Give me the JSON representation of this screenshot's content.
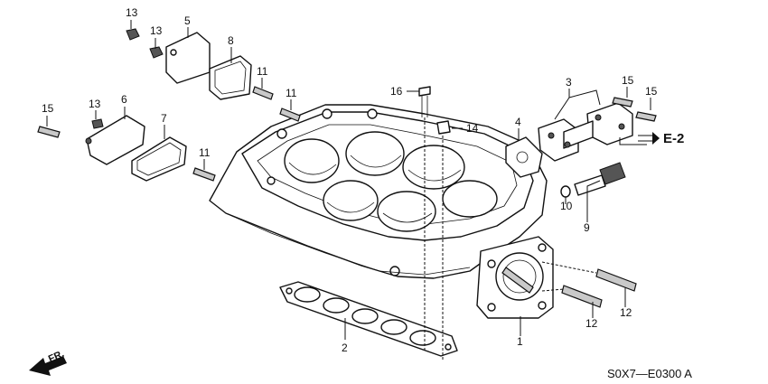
{
  "callouts": [
    {
      "id": "c13a",
      "text": "13"
    },
    {
      "id": "c5",
      "text": "5"
    },
    {
      "id": "c13b",
      "text": "13"
    },
    {
      "id": "c8",
      "text": "8"
    },
    {
      "id": "c11a",
      "text": "11"
    },
    {
      "id": "c11b",
      "text": "11"
    },
    {
      "id": "c16",
      "text": "16"
    },
    {
      "id": "c14",
      "text": "14"
    },
    {
      "id": "c3",
      "text": "3"
    },
    {
      "id": "c15a",
      "text": "15"
    },
    {
      "id": "c15b",
      "text": "15"
    },
    {
      "id": "c4",
      "text": "4"
    },
    {
      "id": "c15c",
      "text": "15"
    },
    {
      "id": "c13c",
      "text": "13"
    },
    {
      "id": "c6",
      "text": "6"
    },
    {
      "id": "c7",
      "text": "7"
    },
    {
      "id": "c11c",
      "text": "11"
    },
    {
      "id": "c10",
      "text": "10"
    },
    {
      "id": "c9",
      "text": "9"
    },
    {
      "id": "c2",
      "text": "2"
    },
    {
      "id": "c1",
      "text": "1"
    },
    {
      "id": "c12a",
      "text": "12"
    },
    {
      "id": "c12b",
      "text": "12"
    }
  ],
  "reference": "E-2",
  "direction": "FR.",
  "diagram_code": "S0X7—E0300 A"
}
